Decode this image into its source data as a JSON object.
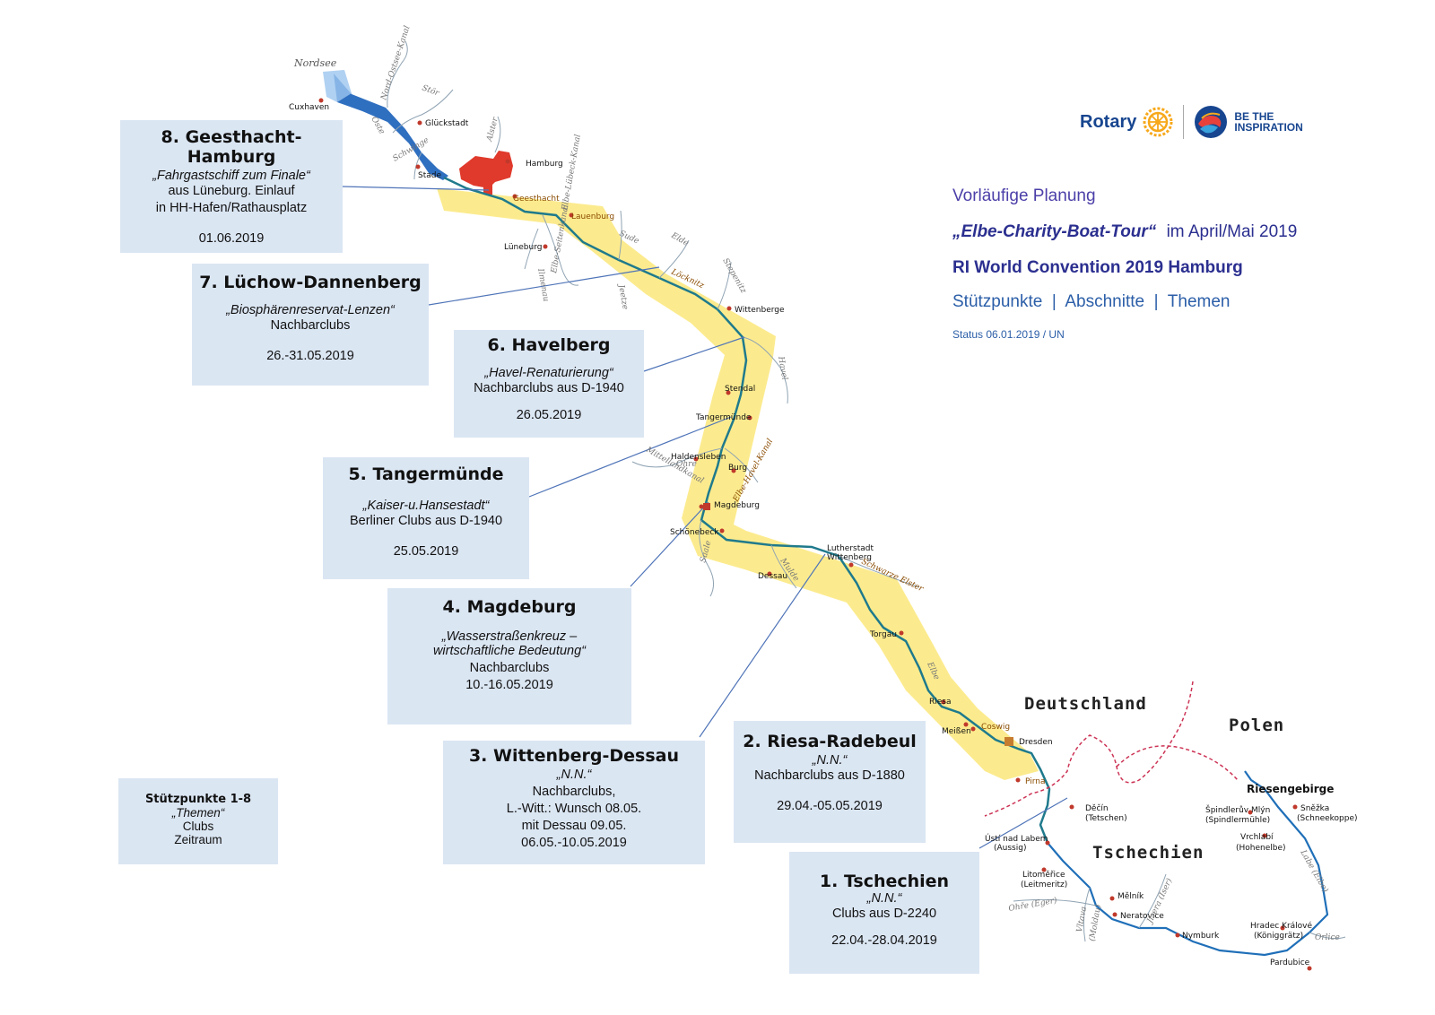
{
  "info": {
    "line1": "Vorläufige Planung",
    "tour_name": "„Elbe-Charity-Boat-Tour“",
    "tour_period": "im April/Mai 2019",
    "convention": "RI World Convention 2019  Hamburg",
    "categories": "Stützpunkte  |  Abschnitte  |  Themen",
    "status": "Status 06.01.2019 / UN"
  },
  "logo": {
    "rotary": "Rotary",
    "slogan_line1": "BE THE",
    "slogan_line2": "INSPIRATION",
    "rotary_color": "#f7a81b",
    "brand_color": "#17458f"
  },
  "colors": {
    "corridor": "#fbe87a",
    "river": "#1f7a8c",
    "sea": "#2f6fc0",
    "hamburg": "#e03a2c",
    "box": "#dbe6f3",
    "heading": "#2b2f8f"
  },
  "stations": [
    {
      "title": "8. Geesthacht-Hamburg",
      "theme": "„Fahrgastschiff zum Finale“",
      "lines": [
        "aus Lüneburg. Einlauf",
        "in HH-Hafen/Rathausplatz"
      ],
      "date": "01.06.2019"
    },
    {
      "title": "7. Lüchow-Dannenberg",
      "theme": "„Biosphärenreservat-Lenzen“",
      "lines": [
        "Nachbarclubs"
      ],
      "date": "26.-31.05.2019"
    },
    {
      "title": "6. Havelberg",
      "theme": "„Havel-Renaturierung“",
      "lines": [
        "Nachbarclubs aus D-1940"
      ],
      "date": "26.05.2019"
    },
    {
      "title": "5. Tangermünde",
      "theme": "„Kaiser-u.Hansestadt“",
      "lines": [
        "Berliner Clubs  aus D-1940"
      ],
      "date": "25.05.2019"
    },
    {
      "title": "4. Magdeburg",
      "theme": "„Wasserstraßenkreuz –",
      "theme2": "wirtschaftliche Bedeutung“",
      "lines": [
        "Nachbarclubs",
        "10.-16.05.2019"
      ],
      "date": ""
    },
    {
      "title": "3. Wittenberg-Dessau",
      "theme": "„N.N.“",
      "lines": [
        "Nachbarclubs,",
        "L.-Witt.: Wunsch 08.05.",
        "mit Dessau 09.05.",
        "06.05.-10.05.2019"
      ],
      "date": ""
    },
    {
      "title": "2. Riesa-Radebeul",
      "theme": "„N.N.“",
      "lines": [
        "Nachbarclubs aus D-1880"
      ],
      "date": "29.04.-05.05.2019"
    },
    {
      "title": "1. Tschechien",
      "theme": "„N.N.“",
      "lines": [
        "Clubs aus D-2240"
      ],
      "date": "22.04.-28.04.2019"
    }
  ],
  "legend": {
    "title": "Stützpunkte 1-8",
    "theme": "„Themen“",
    "lines": [
      "Clubs",
      "Zeitraum"
    ]
  },
  "countries": [
    "Deutschland",
    "Polen",
    "Tschechien"
  ],
  "regions": [
    "Riesengebirge"
  ],
  "seas": [
    "Nordsee"
  ],
  "cities": [
    "Cuxhaven",
    "Glückstadt",
    "Stade",
    "Hamburg",
    "Geesthacht",
    "Lauenburg",
    "Lüneburg",
    "Wittenberge",
    "Stendal",
    "Tangermünde",
    "Haldensleben",
    "Burg",
    "Magdeburg",
    "Schönebeck",
    "Dessau",
    "Lutherstadt",
    "Wittenberg",
    "Torgau",
    "Riesa",
    "Meißen",
    "Coswig",
    "Dresden",
    "Pirna",
    "Děčín",
    "(Tetschen)",
    "Ústí nad Labem",
    "(Aussig)",
    "Litoměřice",
    "(Leitmeritz)",
    "Mělník",
    "Neratovice",
    "Nymburk",
    "Hradec Králové",
    "(Königgrätz)",
    "Pardubice",
    "Vrchlabí",
    "(Hohenelbe)",
    "Špindlerův Mlýn",
    "(Spindlermühle)",
    "Sněžka",
    "(Schneekoppe)"
  ],
  "rivers": [
    "Oste",
    "Schwinge",
    "Nord-Ostsee-Kanal",
    "Stör",
    "Alster",
    "Elbe-Lübeck-Kanal",
    "Elbe-Seitenkanal",
    "Ilmenau",
    "Sude",
    "Elde",
    "Löcknitz",
    "Stepenitz",
    "Jeetze",
    "Havel",
    "Ohre",
    "Mittellandkanal",
    "Elbe-Havel-Kanal",
    "Saale",
    "Mulde",
    "Schwarze Elster",
    "Elbe",
    "Vltava",
    "(Moldau)",
    "Ohře (Eger)",
    "Jizera (Iser)",
    "Labe (Elbe)",
    "Orlice"
  ]
}
